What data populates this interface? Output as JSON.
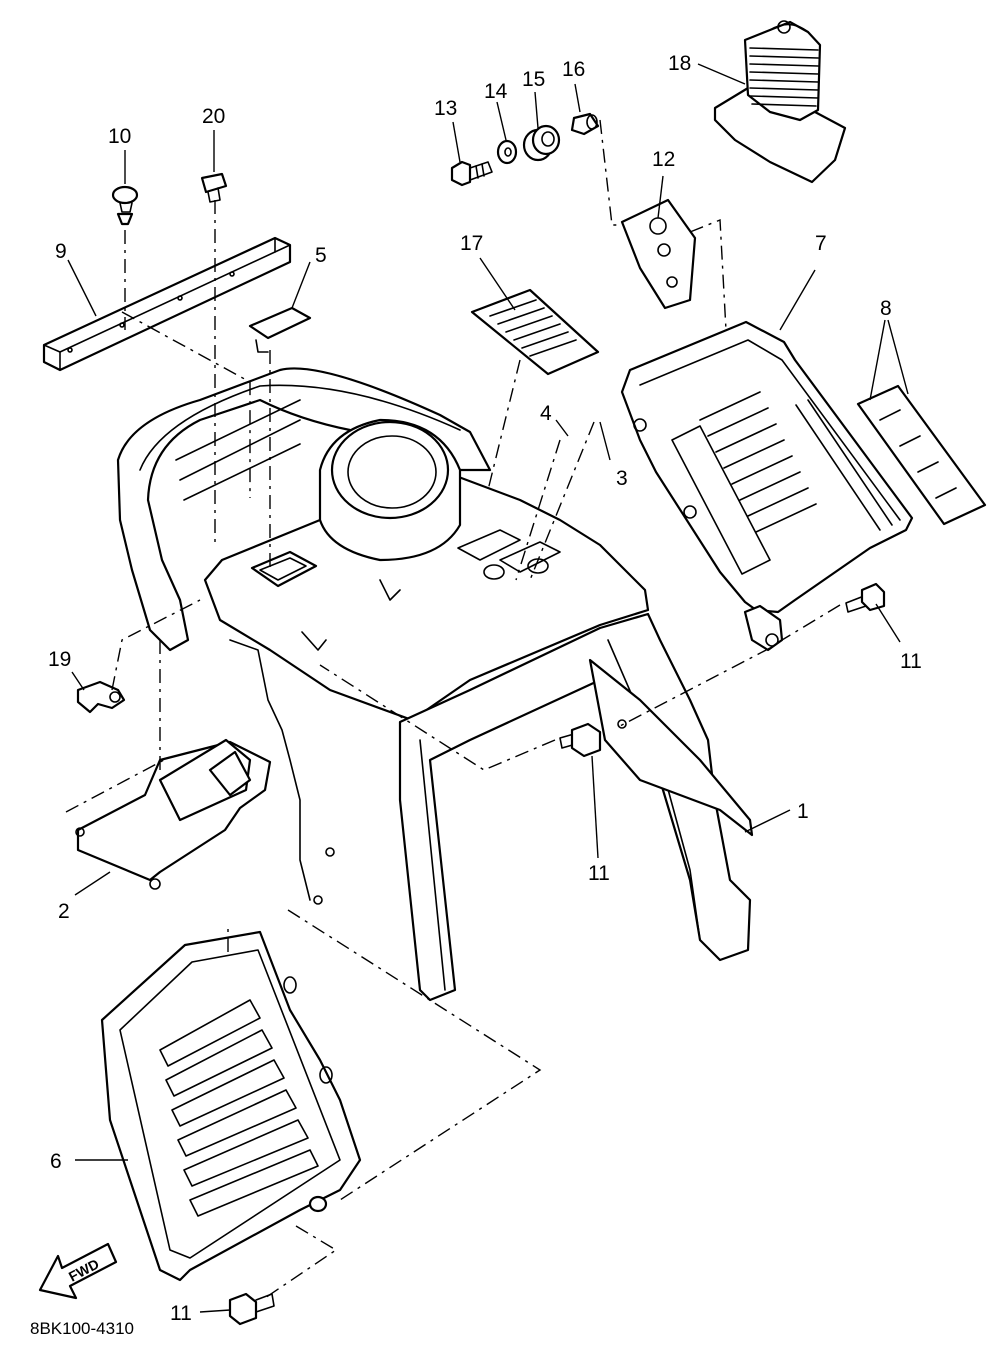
{
  "diagram": {
    "callouts": {
      "c1": "1",
      "c2": "2",
      "c3": "3",
      "c4": "4",
      "c5": "5",
      "c6": "6",
      "c7": "7",
      "c8": "8",
      "c9": "9",
      "c10": "10",
      "c11a": "11",
      "c11b": "11",
      "c11c": "11",
      "c12": "12",
      "c13": "13",
      "c14": "14",
      "c15": "15",
      "c16": "16",
      "c17": "17",
      "c18": "18",
      "c19": "19",
      "c20": "20"
    },
    "direction_label": "FWD",
    "drawing_code": "8BK100-4310"
  }
}
